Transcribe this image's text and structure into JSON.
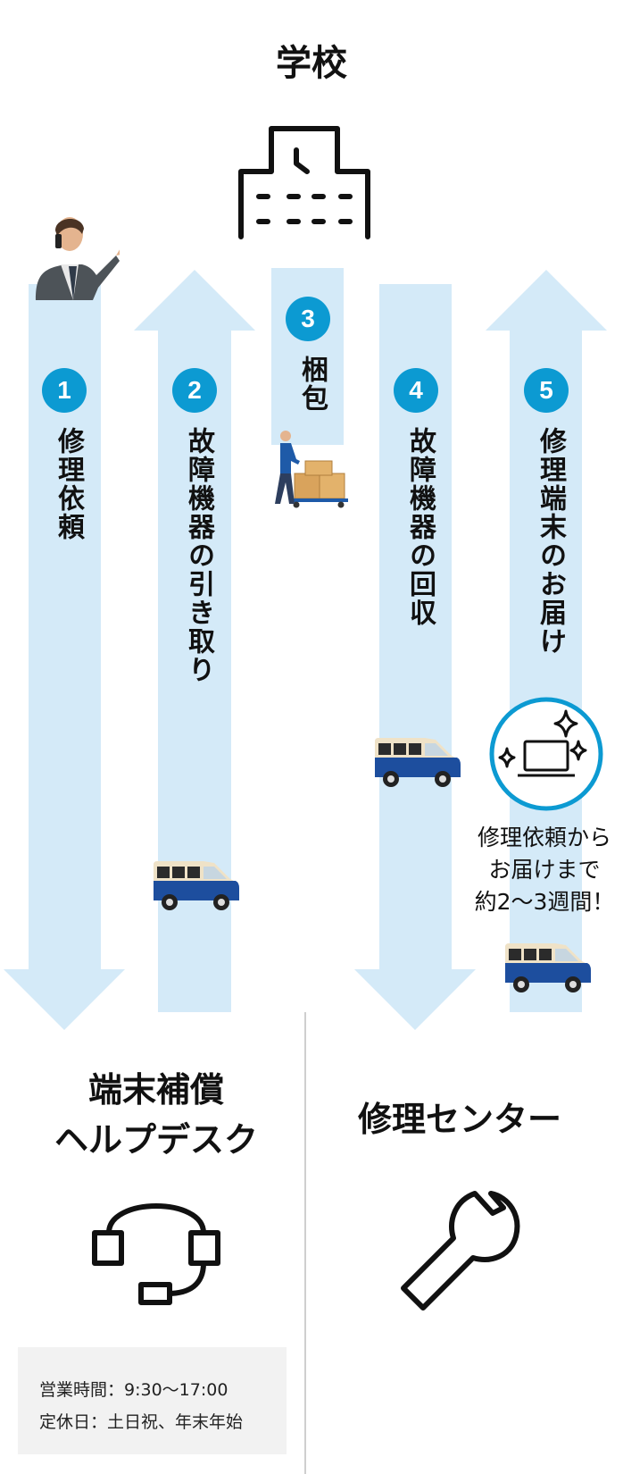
{
  "school": {
    "title": "学校",
    "icon": "school-building-icon"
  },
  "steps": [
    {
      "number": "1",
      "label": "修理依頼",
      "direction": "down"
    },
    {
      "number": "2",
      "label": "故障機器の引き取り",
      "direction": "up"
    },
    {
      "number": "3",
      "label": "梱包",
      "direction": "none"
    },
    {
      "number": "4",
      "label": "故障機器の回収",
      "direction": "down"
    },
    {
      "number": "5",
      "label": "修理端末のお届け",
      "direction": "up"
    }
  ],
  "delivery_note": {
    "line1": "修理依頼から",
    "line2": "お届けまで",
    "line3": "約2〜3週間！"
  },
  "helpdesk": {
    "title_line1": "端末補償",
    "title_line2": "ヘルプデスク",
    "icon": "headset-icon",
    "hours_line1": "営業時間：9:30〜17:00",
    "hours_line2": "定休日：土日祝、年末年始"
  },
  "repair_center": {
    "title": "修理センター",
    "icon": "wrench-icon"
  },
  "colors": {
    "arrow": "#d4eaf8",
    "badge": "#0c9ad2",
    "laptop_ring": "#0c9ad2",
    "van_body": "#1d4e9e",
    "van_top": "#efe2c7"
  }
}
